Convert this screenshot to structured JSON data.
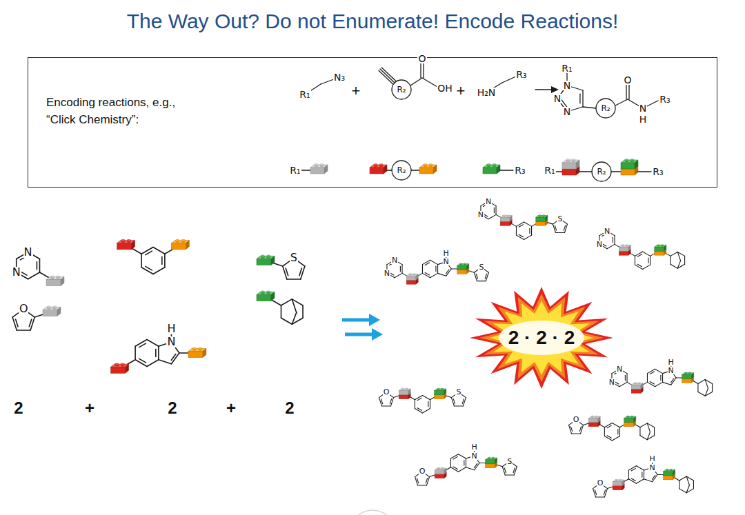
{
  "diagram": {
    "title": "The Way Out? Do not Enumerate! Encode Reactions!",
    "nodes": [
      {
        "text": [
          "Encoding reactions, e.g., “Click Chemistry”:"
        ]
      },
      {
        "text": [
          "2 · 2 · 2"
        ]
      }
    ],
    "labels": [
      "R₁",
      "N₃",
      "+",
      "R₂",
      "O",
      "OH",
      "+",
      "H₂N",
      "R₃",
      "R₁",
      "N",
      "N",
      "N",
      "R₂",
      "O",
      "N",
      "H",
      "R₃",
      "R₁",
      "R₂",
      "R₃",
      "R₁",
      "R₂",
      "R₃",
      "N",
      "N",
      "O",
      "N",
      "H",
      "S",
      "2",
      "+",
      "2",
      "+",
      "2",
      "N",
      "N",
      "S",
      "N",
      "N",
      "N",
      "H",
      "S",
      "N",
      "N",
      "N",
      "N",
      "N",
      "H",
      "O",
      "S",
      "O",
      "N",
      "H",
      "S",
      "O",
      "O",
      "N",
      "H"
    ]
  }
}
